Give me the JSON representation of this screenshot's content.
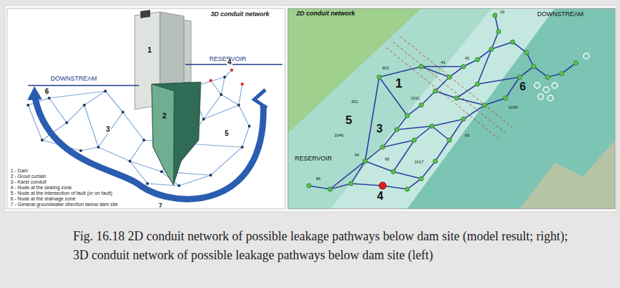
{
  "diagram": {
    "caption": "Fig. 16.18 2D conduit network of possible leakage pathways below dam site (model result; right); 3D conduit network of possible leakage pathways below dam site (left)",
    "labels": [
      "3D conduit network",
      "RESERVOIR",
      "DOWNSTREAM",
      "1",
      "2",
      "3",
      "4",
      "5",
      "6",
      "7",
      "2D conduit network",
      "DOWNSTREAM",
      "RESERVOIR",
      "1",
      "3",
      "5",
      "4",
      "6",
      "19",
      "302",
      "42",
      "41",
      "1011",
      "1030",
      "301",
      "1040",
      "94",
      "95",
      "1017",
      "69",
      "86"
    ],
    "legend": [
      {
        "text": "1 - Dam"
      },
      {
        "text": "2 - Grout curtain"
      },
      {
        "text": "3 - Karst conduit"
      },
      {
        "text": "4 - Nude at the sinking zone"
      },
      {
        "text": "5 - Nude at the intersection of fault (or on fault)"
      },
      {
        "text": "6 - Nude at the drainage zone"
      },
      {
        "text": "7 - General groundwater direction below dam site"
      }
    ]
  }
}
